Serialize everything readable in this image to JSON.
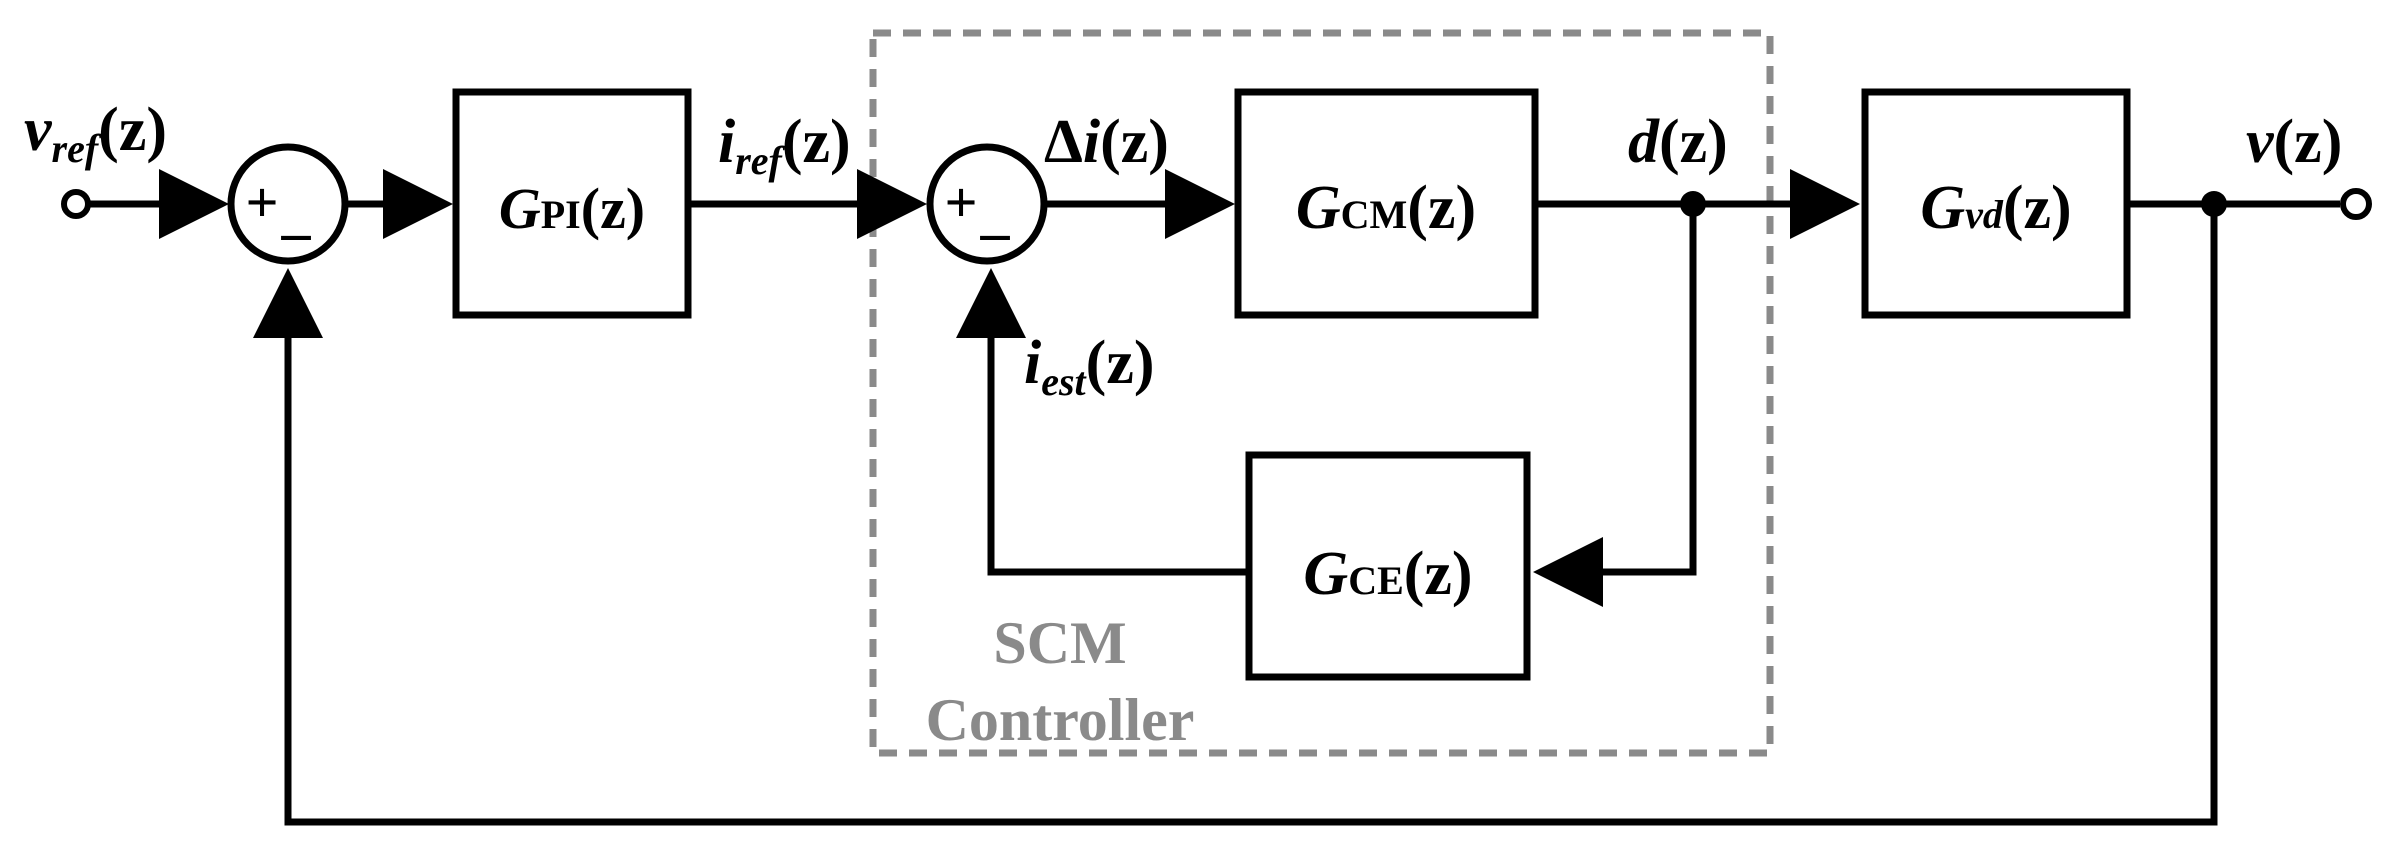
{
  "diagram": {
    "signals": {
      "v_ref": {
        "base": "v",
        "sub": "ref",
        "arg": "(z)"
      },
      "i_ref": {
        "base": "i",
        "sub": "ref",
        "arg": "(z)"
      },
      "delta_i": {
        "prefix": "Δ",
        "base": "i",
        "arg": "(z)"
      },
      "d": {
        "base": "d",
        "arg": "(z)"
      },
      "v": {
        "base": "v",
        "arg": "(z)"
      },
      "i_est": {
        "base": "i",
        "sub": "est",
        "arg": "(z)"
      }
    },
    "blocks": {
      "g_pi": {
        "base": "G",
        "sub": "PI",
        "arg": "(z)"
      },
      "g_cm": {
        "base": "G",
        "sub": "CM",
        "arg": "(z)"
      },
      "g_vd": {
        "base": "G",
        "sub": "vd",
        "arg": "(z)"
      },
      "g_ce": {
        "base": "G",
        "sub": "CE",
        "arg": "(z)"
      }
    },
    "summers": {
      "outer": {
        "plus": "+",
        "minus": "_"
      },
      "inner": {
        "plus": "+",
        "minus": "_"
      }
    },
    "controller_region": {
      "line1": "SCM",
      "line2": "Controller"
    },
    "colors": {
      "line": "#000000",
      "region": "#8a8a8a"
    }
  }
}
